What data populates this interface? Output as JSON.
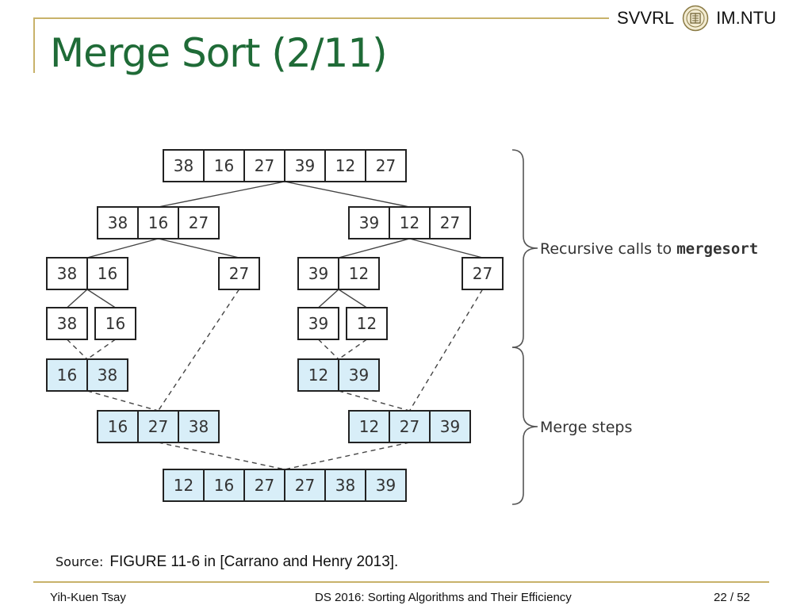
{
  "header": {
    "brand_left": "SVVRL",
    "brand_right": "IM.NTU",
    "title": "Merge Sort (2/11)"
  },
  "diagram": {
    "rows": [
      {
        "kind": "split",
        "arrays": [
          [
            38,
            16,
            27,
            39,
            12,
            27
          ]
        ]
      },
      {
        "kind": "split",
        "arrays": [
          [
            38,
            16,
            27
          ],
          [
            39,
            12,
            27
          ]
        ]
      },
      {
        "kind": "split",
        "arrays": [
          [
            38,
            16
          ],
          [
            27
          ],
          [
            39,
            12
          ],
          [
            27
          ]
        ]
      },
      {
        "kind": "split",
        "arrays": [
          [
            38
          ],
          [
            16
          ],
          [
            39
          ],
          [
            12
          ]
        ]
      },
      {
        "kind": "merge",
        "arrays": [
          [
            16,
            38
          ],
          [
            12,
            39
          ]
        ]
      },
      {
        "kind": "merge",
        "arrays": [
          [
            16,
            27,
            38
          ],
          [
            12,
            27,
            39
          ]
        ]
      },
      {
        "kind": "merge",
        "arrays": [
          [
            12,
            16,
            27,
            27,
            38,
            39
          ]
        ]
      }
    ],
    "brace_labels": {
      "recursive_prefix": "Recursive calls to ",
      "recursive_code": "mergesort",
      "merge": "Merge steps"
    }
  },
  "source": {
    "label": "Source:",
    "text": "FIGURE 11-6 in [Carrano and Henry 2013]."
  },
  "footer": {
    "author": "Yih-Kuen Tsay",
    "course": "DS 2016: Sorting Algorithms and Their Efficiency",
    "page": "22",
    "total": "/ 52"
  },
  "colors": {
    "title": "#1f6b37",
    "rule": "#c8b26a",
    "merged_fill": "#d8eef8"
  }
}
